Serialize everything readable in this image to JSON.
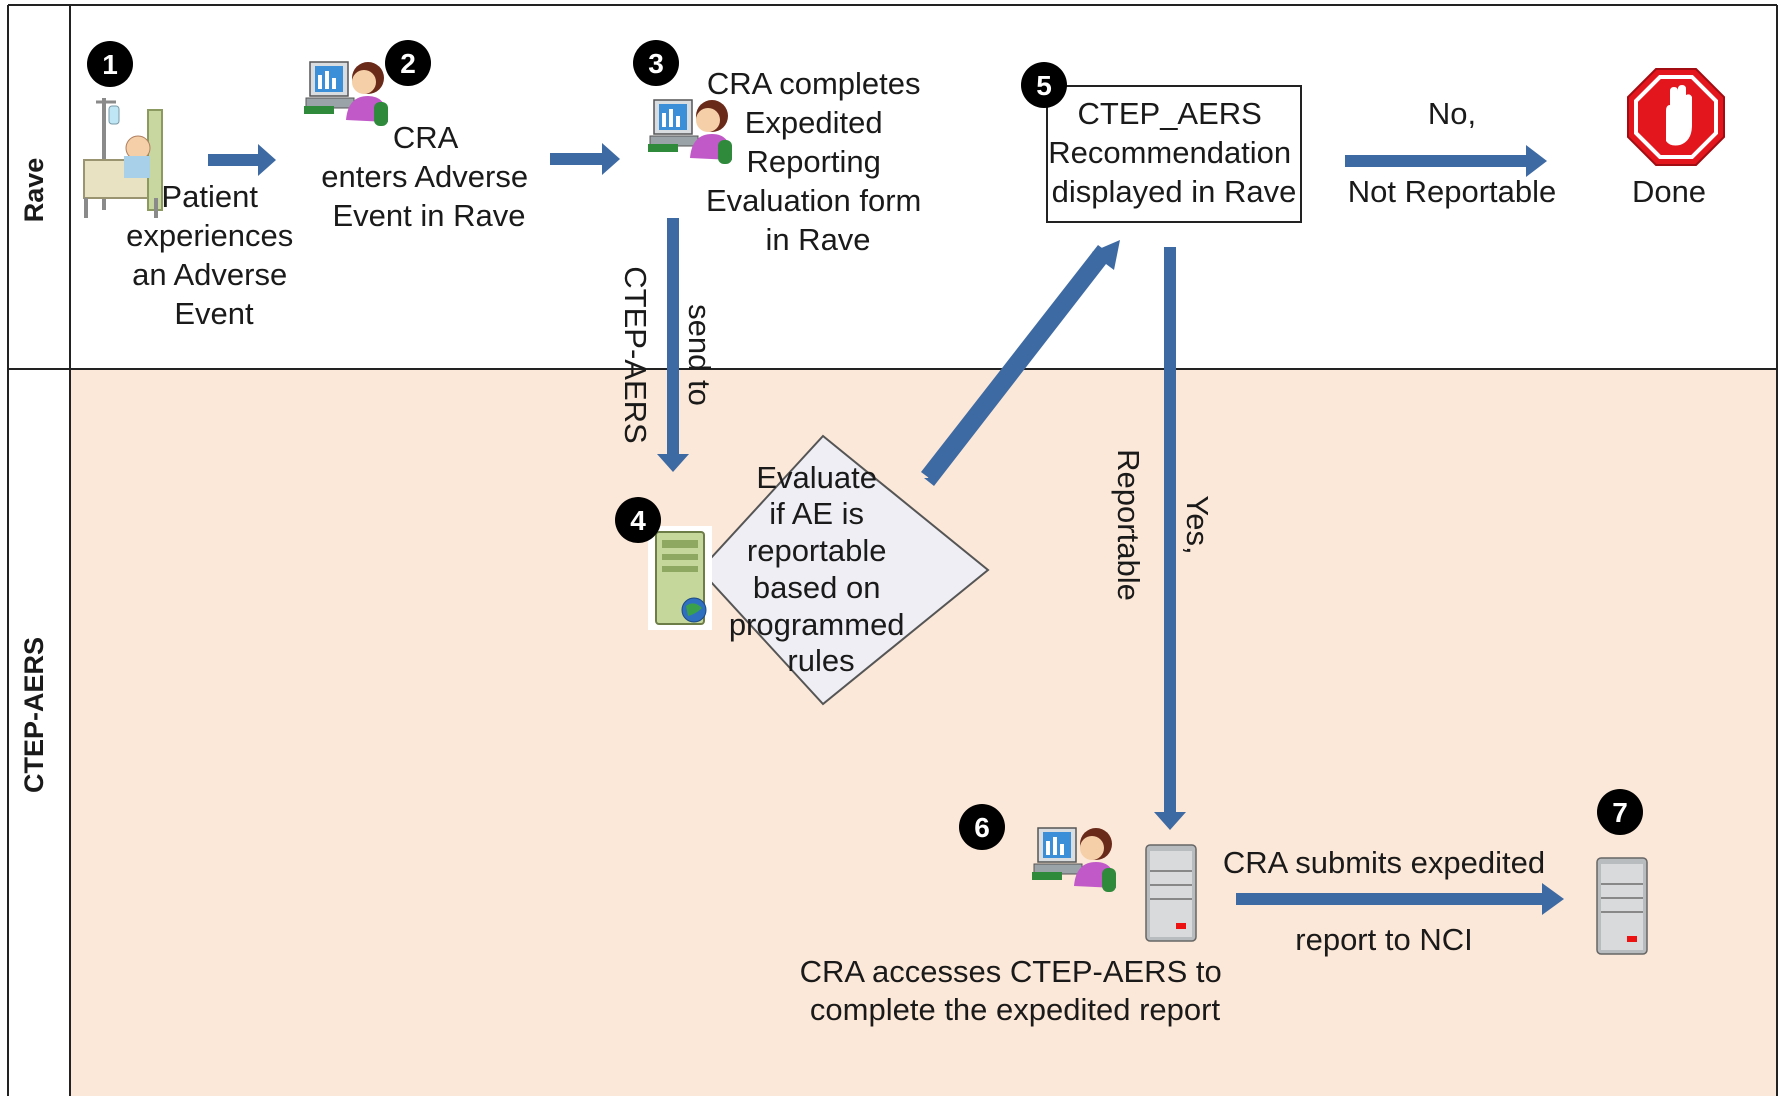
{
  "lanes": {
    "top": "Rave",
    "bottom": "CTEP-AERS"
  },
  "colors": {
    "top_lane_bg": "#ffffff",
    "bottom_lane_bg": "#fce8d8",
    "arrow": "#3e6aa3",
    "stop_red": "#e3151d",
    "line": "#222222"
  },
  "steps": [
    {
      "num": "1",
      "lines": [
        "Patient",
        "experiences",
        "an Adverse",
        "Event"
      ]
    },
    {
      "num": "2",
      "lines": [
        "CRA",
        "enters Adverse",
        "Event in Rave"
      ]
    },
    {
      "num": "3",
      "lines": [
        "CRA completes",
        "Expedited",
        "Reporting",
        "Evaluation form",
        "in Rave"
      ]
    },
    {
      "num": "4",
      "lines": [
        "Evaluate",
        "if AE is",
        "reportable",
        "based on",
        "programmed",
        "rules"
      ]
    },
    {
      "num": "5",
      "lines": [
        "CTEP_AERS",
        "Recommendation",
        "displayed in Rave"
      ]
    },
    {
      "num": "6",
      "lines": [
        "CRA accesses CTEP-AERS to",
        "complete the expedited report"
      ]
    },
    {
      "num": "7",
      "lines": []
    }
  ],
  "edge_labels": {
    "send_to": "send to",
    "ctep_aers": "CTEP-AERS",
    "no": "No,",
    "not_reportable": "Not Reportable",
    "yes": "Yes,",
    "reportable": "Reportable",
    "submit_top": "CRA submits expedited",
    "submit_bottom": "report to NCI"
  },
  "done_label": "Done",
  "icons": [
    "hospital-bed-icon",
    "computer-user-icon",
    "server-icon",
    "stop-sign-icon"
  ]
}
